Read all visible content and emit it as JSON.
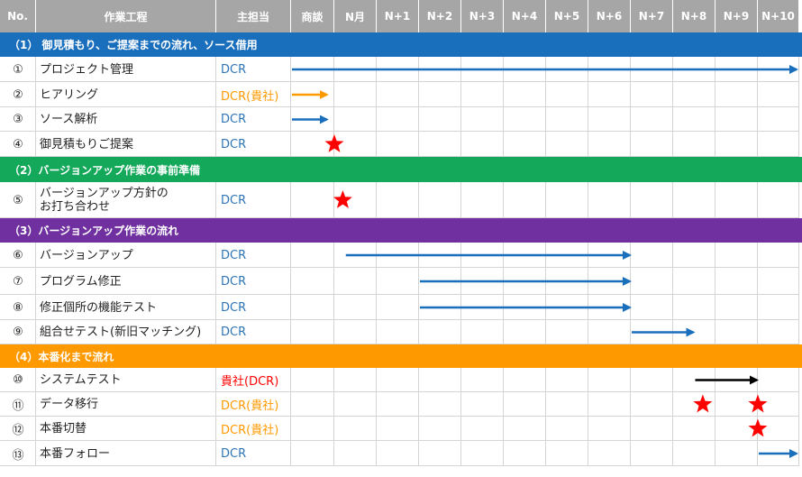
{
  "headers": {
    "no": "No.",
    "task": "作業工程",
    "owner": "主担当",
    "periods": [
      "商談",
      "N月",
      "N+1",
      "N+2",
      "N+3",
      "N+4",
      "N+5",
      "N+6",
      "N+7",
      "N+8",
      "N+9",
      "N+10"
    ]
  },
  "sections": [
    {
      "label": "（1） 御見積もり、ご提案までの流れ、ソース借用",
      "color": "#1a6fbd"
    },
    {
      "label": "（2）バージョンアップ作業の事前準備",
      "color": "#14a85a"
    },
    {
      "label": "（3）バージョンアップ作業の流れ",
      "color": "#7030a0"
    },
    {
      "label": "（4）本番化まで流れ",
      "color": "#ff9900"
    }
  ],
  "rows": [
    {
      "no": "①",
      "task": "プロジェクト管理",
      "owner": "DCR",
      "owner_color": "#2e75b6"
    },
    {
      "no": "②",
      "task": "ヒアリング",
      "owner": "DCR(貴社)",
      "owner_color": "#ff9900"
    },
    {
      "no": "③",
      "task": "ソース解析",
      "owner": "DCR",
      "owner_color": "#2e75b6"
    },
    {
      "no": "④",
      "task": "御見積もりご提案",
      "owner": "DCR",
      "owner_color": "#2e75b6"
    },
    {
      "no": "⑤",
      "task": "バージョンアップ方針の",
      "task2": "お打ち合わせ",
      "owner": "DCR",
      "owner_color": "#2e75b6"
    },
    {
      "no": "⑥",
      "task": "バージョンアップ",
      "owner": "DCR",
      "owner_color": "#2e75b6"
    },
    {
      "no": "⑦",
      "task": "プログラム修正",
      "owner": "DCR",
      "owner_color": "#2e75b6"
    },
    {
      "no": "⑧",
      "task": "修正個所の機能テスト",
      "owner": "DCR",
      "owner_color": "#2e75b6"
    },
    {
      "no": "⑨",
      "task": "組合せテスト(新旧マッチング)",
      "owner": "DCR",
      "owner_color": "#2e75b6"
    },
    {
      "no": "⑩",
      "task": "システムテスト",
      "owner": "貴社(DCR)",
      "owner_color": "#ff0000"
    },
    {
      "no": "⑪",
      "task": "データ移行",
      "owner": "DCR(貴社)",
      "owner_color": "#ff9900"
    },
    {
      "no": "⑫",
      "task": "本番切替",
      "owner": "DCR(貴社)",
      "owner_color": "#ff9900"
    },
    {
      "no": "⑬",
      "task": "本番フォロー",
      "owner": "DCR",
      "owner_color": "#2e75b6"
    }
  ],
  "schedule": [
    {
      "row": 0,
      "type": "arrow",
      "start": 0.0,
      "end": 12.0,
      "color": "#1a6fbd"
    },
    {
      "row": 1,
      "type": "arrow",
      "start": 0.0,
      "end": 0.85,
      "color": "#ff9900"
    },
    {
      "row": 2,
      "type": "arrow",
      "start": 0.0,
      "end": 0.85,
      "color": "#1a6fbd"
    },
    {
      "row": 3,
      "type": "star",
      "at": 1.0,
      "color": "#ff0000"
    },
    {
      "row": 4,
      "type": "star",
      "at": 1.2,
      "color": "#ff0000"
    },
    {
      "row": 5,
      "type": "arrow",
      "start": 1.25,
      "end": 8.0,
      "color": "#1a6fbd"
    },
    {
      "row": 6,
      "type": "arrow",
      "start": 3.0,
      "end": 8.0,
      "color": "#1a6fbd"
    },
    {
      "row": 7,
      "type": "arrow",
      "start": 3.0,
      "end": 8.0,
      "color": "#1a6fbd"
    },
    {
      "row": 8,
      "type": "arrow",
      "start": 8.0,
      "end": 9.5,
      "color": "#1a6fbd"
    },
    {
      "row": 9,
      "type": "arrow",
      "start": 9.5,
      "end": 11.0,
      "color": "#000000"
    },
    {
      "row": 10,
      "type": "star",
      "at": 9.7,
      "color": "#ff0000"
    },
    {
      "row": 10,
      "type": "star",
      "at": 11.0,
      "color": "#ff0000"
    },
    {
      "row": 11,
      "type": "star",
      "at": 11.0,
      "color": "#ff0000"
    },
    {
      "row": 12,
      "type": "arrow",
      "start": 11.0,
      "end": 12.0,
      "color": "#1a6fbd"
    }
  ]
}
